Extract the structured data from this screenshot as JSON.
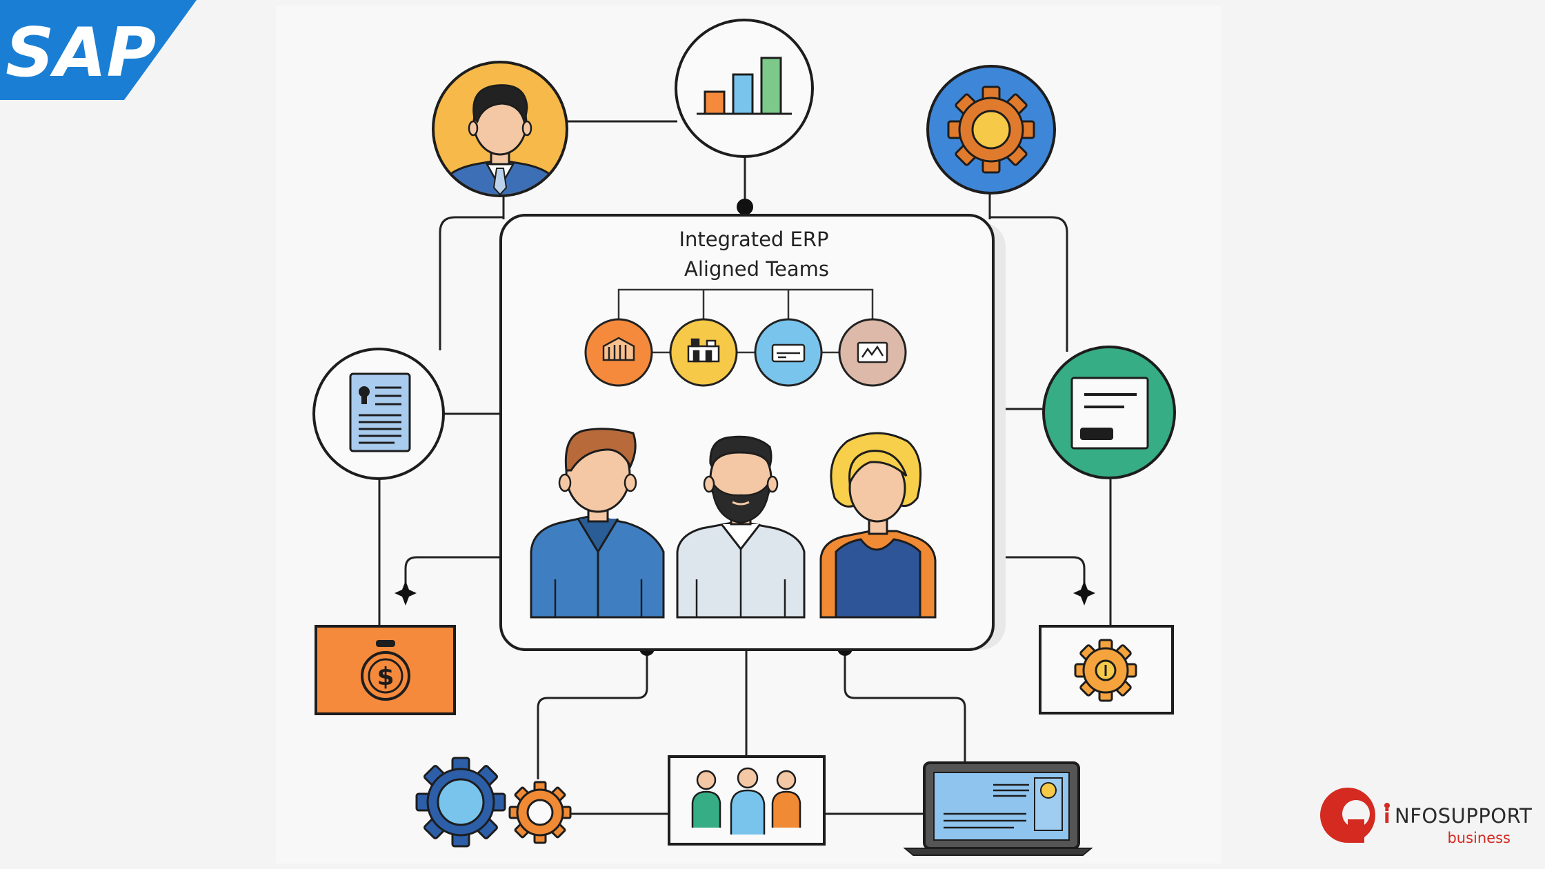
{
  "brand": {
    "sap_logo_text": "SAP",
    "infosupport_i": "i",
    "infosupport_name": "NFOSUPPORT",
    "infosupport_sub": "business"
  },
  "center": {
    "line1": "Integrated ERP",
    "line2": "Aligned Teams"
  },
  "colors": {
    "sap_blue": "#1a7fd4",
    "orange": "#f58a3c",
    "yellow": "#f7c948",
    "light_blue": "#79c4ec",
    "beige": "#dcb9a8",
    "green": "#36ad85",
    "gear_blue": "#3e7fd0",
    "infosupport_red": "#d42a20"
  },
  "icons": {
    "top_left": "businessman-avatar-icon",
    "top_center": "bar-chart-icon",
    "top_right": "gear-icon",
    "left": "id-document-icon",
    "right": "browser-window-icon",
    "bottom_left_box": "money-bag-icon",
    "bottom_right_box": "settings-gear-icon",
    "bottom_left": "gears-icon",
    "bottom_center": "team-icon",
    "bottom_right": "laptop-icon",
    "modules": [
      "warehouse-icon",
      "factory-icon",
      "payment-card-icon",
      "map-icon"
    ]
  }
}
